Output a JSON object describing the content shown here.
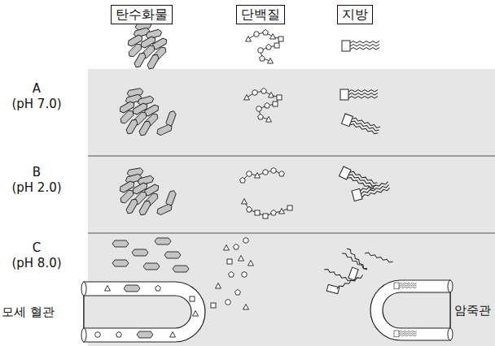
{
  "diagram": {
    "nodes": [
      {
        "text": [
          "탄수화물"
        ]
      },
      {
        "text": [
          "단백질"
        ]
      },
      {
        "text": [
          "지방"
        ]
      }
    ],
    "labels": [
      "A",
      "(pH 7.0)",
      "B",
      "(pH 2.0)",
      "C",
      "(pH 8.0)",
      "모세 혈관",
      "암죽관"
    ]
  }
}
